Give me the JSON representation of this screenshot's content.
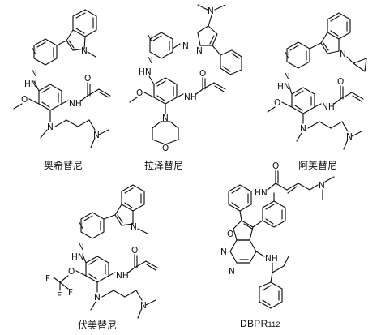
{
  "molecules": [
    {
      "name": "奥希替尼"
    },
    {
      "name": "拉泽替尼"
    },
    {
      "name": "阿美替尼"
    },
    {
      "name": "伏美替尼"
    },
    {
      "name": "DBPR",
      "name_sub": "112"
    }
  ],
  "atoms": {
    "N": "N",
    "H": "H",
    "O": "O",
    "F": "F",
    "NH": "NH",
    "HN": "HN",
    "HO": "O"
  }
}
